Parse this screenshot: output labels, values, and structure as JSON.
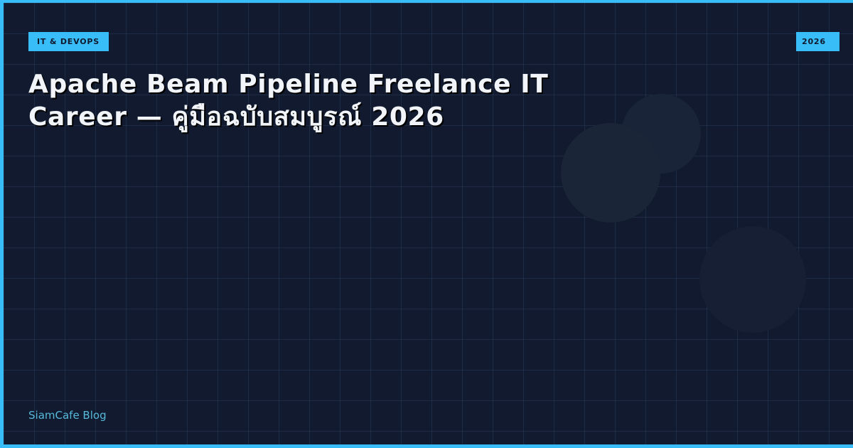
{
  "card": {
    "category_badge": "IT & DEVOPS",
    "year_badge": "2026",
    "title": "Apache Beam Pipeline Freelance IT Career — คู่มือฉบับสมบูรณ์ 2026",
    "brand": "SiamCafe Blog"
  },
  "colors": {
    "accent": "#38bdf8",
    "background": "#111a2e",
    "title_text": "#f1f5f9",
    "brand_text": "#56b9da",
    "badge_text": "#0f1a2e"
  }
}
